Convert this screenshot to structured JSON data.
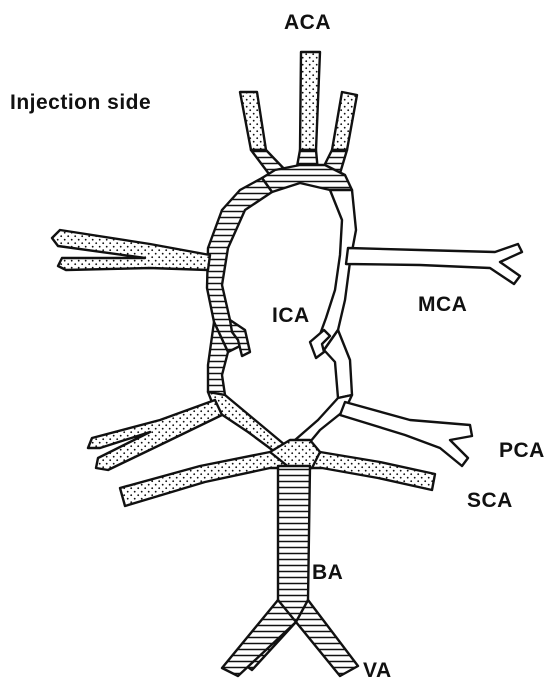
{
  "labels": {
    "aca": "ACA",
    "injection_side": "Injection side",
    "ica": "ICA",
    "mca": "MCA",
    "pca": "PCA",
    "sca": "SCA",
    "ba": "BA",
    "va": "VA"
  },
  "legend_fills": {
    "striped": "horizontal stripes",
    "dotted": "stipple dots",
    "plain": "white"
  },
  "colors": {
    "ink": "#111111",
    "background": "#ffffff"
  }
}
